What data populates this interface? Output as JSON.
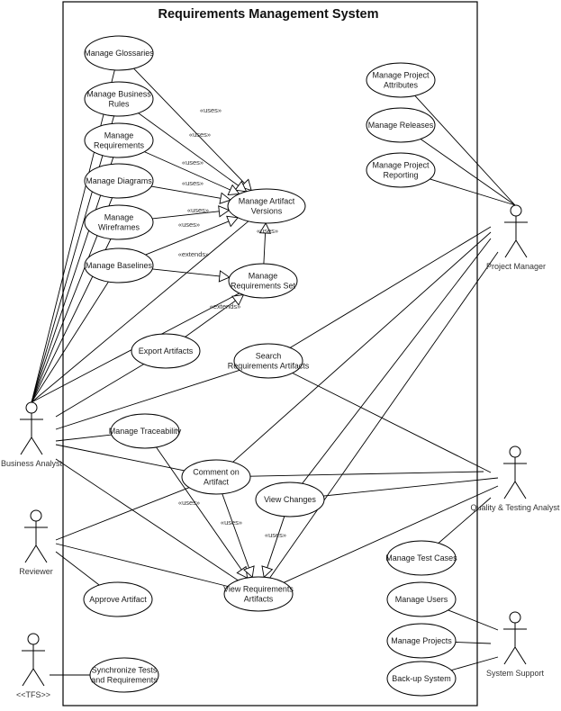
{
  "diagram": {
    "type": "uml-use-case",
    "title": "Requirements Management System",
    "stroke_color": "#000000",
    "actors": [
      {
        "id": "ba",
        "label": "Business Analyst"
      },
      {
        "id": "pm",
        "label": "Project Manager"
      },
      {
        "id": "rv",
        "label": "Reviewer"
      },
      {
        "id": "qa",
        "label": "Quality & Testing Analyst"
      },
      {
        "id": "tfs",
        "label": "<<TFS>>"
      },
      {
        "id": "ss",
        "label": "System Support"
      }
    ],
    "use_cases": [
      {
        "id": "glossaries",
        "lines": [
          "Manage Glossaries"
        ]
      },
      {
        "id": "business_rules",
        "lines": [
          "Manage Business",
          "Rules"
        ]
      },
      {
        "id": "requirements",
        "lines": [
          "Manage",
          "Requirements"
        ]
      },
      {
        "id": "diagrams",
        "lines": [
          "Manage Diagrams"
        ]
      },
      {
        "id": "wireframes",
        "lines": [
          "Manage",
          "Wireframes"
        ]
      },
      {
        "id": "baselines",
        "lines": [
          "Manage Baselines"
        ]
      },
      {
        "id": "artifact_versions",
        "lines": [
          "Manage Artifact",
          "Versions"
        ]
      },
      {
        "id": "req_set",
        "lines": [
          "Manage",
          "Requirements Set"
        ]
      },
      {
        "id": "export",
        "lines": [
          "Export Artifacts"
        ]
      },
      {
        "id": "search",
        "lines": [
          "Search",
          "Requirements Artifacts"
        ]
      },
      {
        "id": "traceability",
        "lines": [
          "Manage Traceability"
        ]
      },
      {
        "id": "comment",
        "lines": [
          "Comment on",
          "Artifact"
        ]
      },
      {
        "id": "view_changes",
        "lines": [
          "View Changes"
        ]
      },
      {
        "id": "view_req",
        "lines": [
          "View Requirements",
          "Artifacts"
        ]
      },
      {
        "id": "approve",
        "lines": [
          "Approve Artifact"
        ]
      },
      {
        "id": "sync",
        "lines": [
          "Synchronize Tests",
          "and Requirements"
        ]
      },
      {
        "id": "project_attributes",
        "lines": [
          "Manage Project",
          "Attributes"
        ]
      },
      {
        "id": "releases",
        "lines": [
          "Manage Releases"
        ]
      },
      {
        "id": "project_reporting",
        "lines": [
          "Manage Project",
          "Reporting"
        ]
      },
      {
        "id": "test_cases",
        "lines": [
          "Manage Test Cases"
        ]
      },
      {
        "id": "users",
        "lines": [
          "Manage Users"
        ]
      },
      {
        "id": "projects",
        "lines": [
          "Manage Projects"
        ]
      },
      {
        "id": "backup",
        "lines": [
          "Back-up System"
        ]
      }
    ],
    "associations": [
      {
        "actor": "ba",
        "use_case": "glossaries"
      },
      {
        "actor": "ba",
        "use_case": "business_rules"
      },
      {
        "actor": "ba",
        "use_case": "requirements"
      },
      {
        "actor": "ba",
        "use_case": "diagrams"
      },
      {
        "actor": "ba",
        "use_case": "wireframes"
      },
      {
        "actor": "ba",
        "use_case": "baselines"
      },
      {
        "actor": "ba",
        "use_case": "artifact_versions"
      },
      {
        "actor": "ba",
        "use_case": "req_set"
      },
      {
        "actor": "ba",
        "use_case": "export"
      },
      {
        "actor": "ba",
        "use_case": "search"
      },
      {
        "actor": "ba",
        "use_case": "traceability"
      },
      {
        "actor": "ba",
        "use_case": "comment"
      },
      {
        "actor": "ba",
        "use_case": "view_req"
      },
      {
        "actor": "pm",
        "use_case": "project_attributes"
      },
      {
        "actor": "pm",
        "use_case": "releases"
      },
      {
        "actor": "pm",
        "use_case": "project_reporting"
      },
      {
        "actor": "pm",
        "use_case": "search"
      },
      {
        "actor": "pm",
        "use_case": "comment"
      },
      {
        "actor": "pm",
        "use_case": "view_changes"
      },
      {
        "actor": "pm",
        "use_case": "view_req"
      },
      {
        "actor": "rv",
        "use_case": "comment"
      },
      {
        "actor": "rv",
        "use_case": "view_req"
      },
      {
        "actor": "rv",
        "use_case": "approve"
      },
      {
        "actor": "qa",
        "use_case": "search"
      },
      {
        "actor": "qa",
        "use_case": "comment"
      },
      {
        "actor": "qa",
        "use_case": "view_changes"
      },
      {
        "actor": "qa",
        "use_case": "view_req"
      },
      {
        "actor": "qa",
        "use_case": "test_cases"
      },
      {
        "actor": "tfs",
        "use_case": "sync"
      },
      {
        "actor": "ss",
        "use_case": "users"
      },
      {
        "actor": "ss",
        "use_case": "projects"
      },
      {
        "actor": "ss",
        "use_case": "backup"
      }
    ],
    "relationships": [
      {
        "from": "glossaries",
        "to": "artifact_versions",
        "label": "«uses»"
      },
      {
        "from": "business_rules",
        "to": "artifact_versions",
        "label": "«uses»"
      },
      {
        "from": "requirements",
        "to": "artifact_versions",
        "label": "«uses»"
      },
      {
        "from": "diagrams",
        "to": "artifact_versions",
        "label": "«uses»"
      },
      {
        "from": "wireframes",
        "to": "artifact_versions",
        "label": "«uses»"
      },
      {
        "from": "baselines",
        "to": "artifact_versions",
        "label": "«uses»"
      },
      {
        "from": "req_set",
        "to": "artifact_versions",
        "label": "«uses»"
      },
      {
        "from": "baselines",
        "to": "req_set",
        "label": "«extends»"
      },
      {
        "from": "export",
        "to": "req_set",
        "label": "«extends»"
      },
      {
        "from": "traceability",
        "to": "view_req",
        "label": "«uses»"
      },
      {
        "from": "comment",
        "to": "view_req",
        "label": "«uses»"
      },
      {
        "from": "view_changes",
        "to": "view_req",
        "label": "«uses»"
      }
    ]
  }
}
